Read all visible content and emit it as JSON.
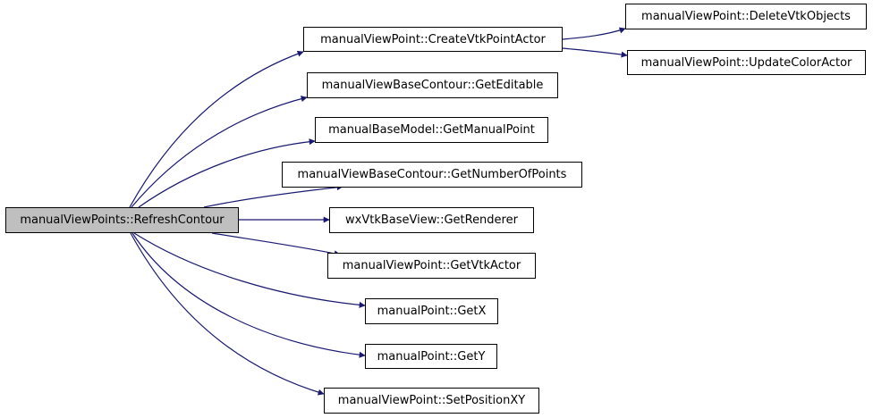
{
  "graph": {
    "root": {
      "label": "manualViewPoints::RefreshContour"
    },
    "callees": [
      {
        "label": "manualViewPoint::CreateVtkPointActor"
      },
      {
        "label": "manualViewBaseContour::GetEditable"
      },
      {
        "label": "manualBaseModel::GetManualPoint"
      },
      {
        "label": "manualViewBaseContour::GetNumberOfPoints"
      },
      {
        "label": "wxVtkBaseView::GetRenderer"
      },
      {
        "label": "manualViewPoint::GetVtkActor"
      },
      {
        "label": "manualPoint::GetX"
      },
      {
        "label": "manualPoint::GetY"
      },
      {
        "label": "manualViewPoint::SetPositionXY"
      }
    ],
    "subcallees": [
      {
        "label": "manualViewPoint::DeleteVtkObjects"
      },
      {
        "label": "manualViewPoint::UpdateColorActor"
      }
    ]
  },
  "colors": {
    "edge": "#191970",
    "root_fill": "#bfbfbf",
    "node_fill": "#ffffff",
    "node_border": "#000000"
  }
}
